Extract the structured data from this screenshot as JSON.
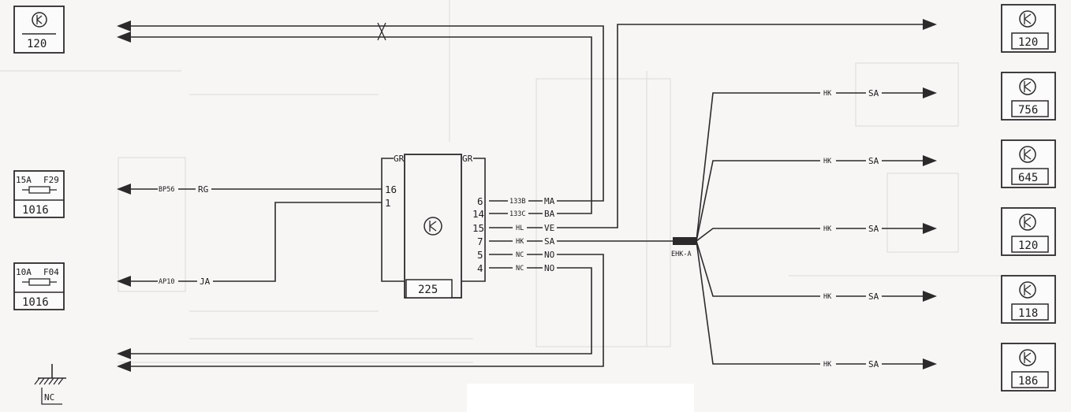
{
  "fuses": [
    {
      "rating": "15A",
      "id": "F29",
      "ref": "1016"
    },
    {
      "rating": "10A",
      "id": "F04",
      "ref": "1016"
    }
  ],
  "left_refs": {
    "top": "120"
  },
  "ground_label": "NC",
  "module": {
    "ref": "225",
    "left_top_label": "GR",
    "right_top_label": "GR"
  },
  "left_wires": [
    {
      "code": "BP56",
      "color": "RG",
      "pin": "16"
    },
    {
      "code": "AP10",
      "color": "JA",
      "pin": "1"
    }
  ],
  "right_pins": [
    {
      "pin": "6",
      "code": "133B",
      "color": "MA"
    },
    {
      "pin": "14",
      "code": "133C",
      "color": "BA"
    },
    {
      "pin": "15",
      "code": "HL",
      "color": "VE"
    },
    {
      "pin": "7",
      "code": "HK",
      "color": "SA"
    },
    {
      "pin": "5",
      "code": "NC",
      "color": "NO"
    },
    {
      "pin": "4",
      "code": "NC",
      "color": "NO"
    }
  ],
  "splice": {
    "label": "EHK-A"
  },
  "branches": [
    {
      "code": "HK",
      "color": "SA"
    },
    {
      "code": "HK",
      "color": "SA"
    },
    {
      "code": "HK",
      "color": "SA"
    },
    {
      "code": "HK",
      "color": "SA"
    },
    {
      "code": "HK",
      "color": "SA"
    }
  ],
  "right_refs": [
    "120",
    "756",
    "645",
    "120",
    "118",
    "186"
  ]
}
